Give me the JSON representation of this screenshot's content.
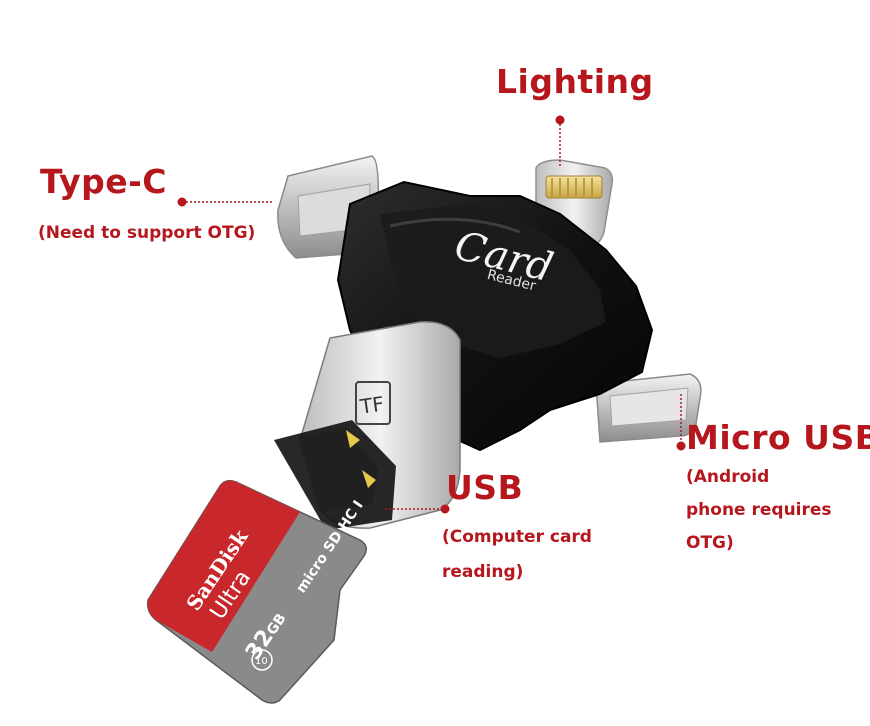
{
  "labels": {
    "lighting": {
      "title": "Lighting"
    },
    "type_c": {
      "title": "Type-C",
      "note": "(Need to support OTG)"
    },
    "micro_usb": {
      "title": "Micro USB",
      "note_lines": [
        "(Android",
        "phone requires",
        "OTG)"
      ]
    },
    "usb": {
      "title": "USB",
      "note_lines": [
        "(Computer card",
        "reading)"
      ]
    }
  },
  "reader_body": {
    "logo_big": "Card",
    "logo_small": "Reader",
    "slot_mark": "TF"
  },
  "memory_card": {
    "brand": "SanDisk",
    "line": "Ultra",
    "capacity": "32",
    "capacity_unit": "GB",
    "type": "micro SD HC I",
    "class": "10"
  },
  "colors": {
    "callout_red": "#b5171d",
    "body_black": "#151515",
    "metal": "#c9c9c9",
    "card_red": "#c8282b",
    "card_gray": "#8a8a8a"
  }
}
